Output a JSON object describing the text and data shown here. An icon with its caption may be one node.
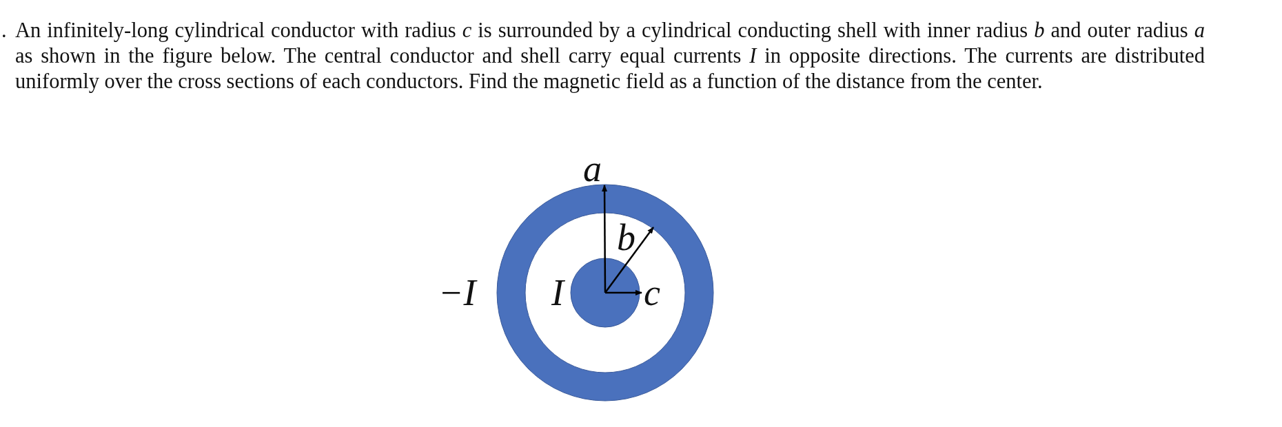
{
  "diagram": {
    "labels": [
      ".",
      "An infinitely-long cylindrical conductor with radius *c* is surrounded by a cylindrical conducting shell with inner radius *b* and outer radius *a* as shown in the figure below. The central conductor and shell carry equal currents *I* in opposite directions. The currents are distributed uniformly over the cross sections of each conductors. Find the magnetic field as a function of the distance from the center.",
      "a",
      "b",
      "c",
      "I",
      "−I"
    ]
  }
}
